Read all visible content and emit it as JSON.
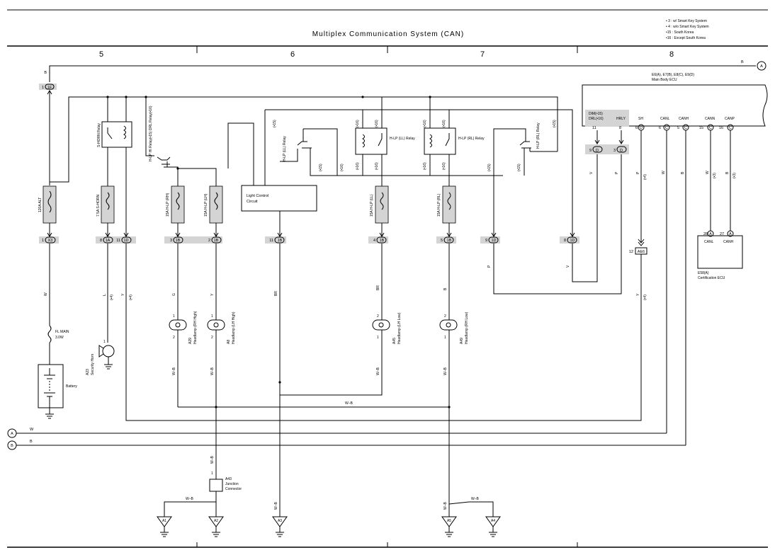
{
  "title": "Multiplex Communication System (CAN)",
  "columns": [
    "5",
    "6",
    "7",
    "8"
  ],
  "notes": [
    "• 3 : w/ Smart Key System",
    "• 4 : w/o Smart Key System",
    "•15 : South Korea",
    "•16 : Except South Korea"
  ],
  "ecu": {
    "id": "E6(A), E7(B), E8(C), E9(D)",
    "name": "Main Body ECU",
    "pins": [
      {
        "label1": "DIM(•15)",
        "label2": "DRL(•16)",
        "pin": "11"
      },
      {
        "label1": "HRLY",
        "label2": "",
        "pin": "8"
      },
      {
        "label1": "SH",
        "label2": "",
        "pin": "6"
      },
      {
        "label1": "CANL",
        "label2": "",
        "pin": "6"
      },
      {
        "label1": "CANH",
        "label2": "",
        "pin": "5"
      },
      {
        "label1": "CANN",
        "label2": "",
        "pin": "15"
      },
      {
        "label1": "CANP",
        "label2": "",
        "pin": "16"
      }
    ],
    "lower_pins": [
      "9",
      "3"
    ]
  },
  "cert_ecu": {
    "id": "E58(A)",
    "name": "Certification ECU",
    "pin_labels": [
      "CANL",
      "CANH"
    ],
    "pins": [
      "28",
      "27"
    ]
  },
  "connectors": {
    "A": "A",
    "B": "B",
    "top_pin": "1",
    "top_code": "1F",
    "ae6": "AE6",
    "ae6_pin": "12",
    "bottom_pins": [
      {
        "pin": "1",
        "code": "X3"
      },
      {
        "pin": "8",
        "code": "1A"
      },
      {
        "pin": "11",
        "code": "1D"
      },
      {
        "pin": "3",
        "code": "1B"
      },
      {
        "pin": "2",
        "code": "1B"
      },
      {
        "pin": "11",
        "code": "1B"
      },
      {
        "pin": "4",
        "code": "1B"
      },
      {
        "pin": "5",
        "code": "1B"
      },
      {
        "pin": "9",
        "code": "1D"
      },
      {
        "pin": "8",
        "code": "1D"
      }
    ],
    "small_codes": [
      "D",
      "C",
      "C",
      "C",
      "C",
      "D",
      "D",
      "A",
      "A"
    ]
  },
  "fuses": [
    "120A ALT",
    "7.5A S-HORN",
    "15A H-LP (RH)",
    "15A H-LP (LH)",
    "15A H-LP (LL)",
    "15A H-LP (RL)"
  ],
  "relays": {
    "shorn": "S-HORN Relay",
    "hlp_hi": "H-LP HI Relay(•15) DRL Relay(•16)",
    "ll": "H-LP (LL) Relay",
    "lh": "H-LP (LL) Relay",
    "rl": "H-LP (RL) Relay",
    "rl2": "H-LP (RL) Relay"
  },
  "light_control": [
    "Light Control",
    "Circuit"
  ],
  "fl_main": [
    "FL MAIN",
    "3.0W"
  ],
  "battery": "Battery",
  "horn": [
    "A23",
    "Security Horn"
  ],
  "lamps": [
    {
      "id": "A29",
      "name": "Headlamp (RH High)"
    },
    {
      "id": "A8",
      "name": "Headlamp (LH High)"
    },
    {
      "id": "A45",
      "name": "Headlamp (LH Low)"
    },
    {
      "id": "A49",
      "name": "Headlamp (RH Low)"
    }
  ],
  "junction": {
    "id": "A43",
    "name": "Junction",
    "name2": "Connector",
    "pin": "1"
  },
  "grounds": [
    "A1",
    "A2",
    "A3",
    "A5",
    "A4"
  ],
  "wire_colors": {
    "w": "W",
    "b": "B",
    "l": "L",
    "y": "Y",
    "g": "G",
    "br": "BR",
    "wb": "W–B",
    "v": "V",
    "p": "P"
  },
  "options": {
    "o3": "(•3)",
    "o4": "(•4)",
    "o15": "(•15)",
    "o16": "(•16)"
  },
  "pin_nums": {
    "one": "1",
    "two": "2"
  }
}
